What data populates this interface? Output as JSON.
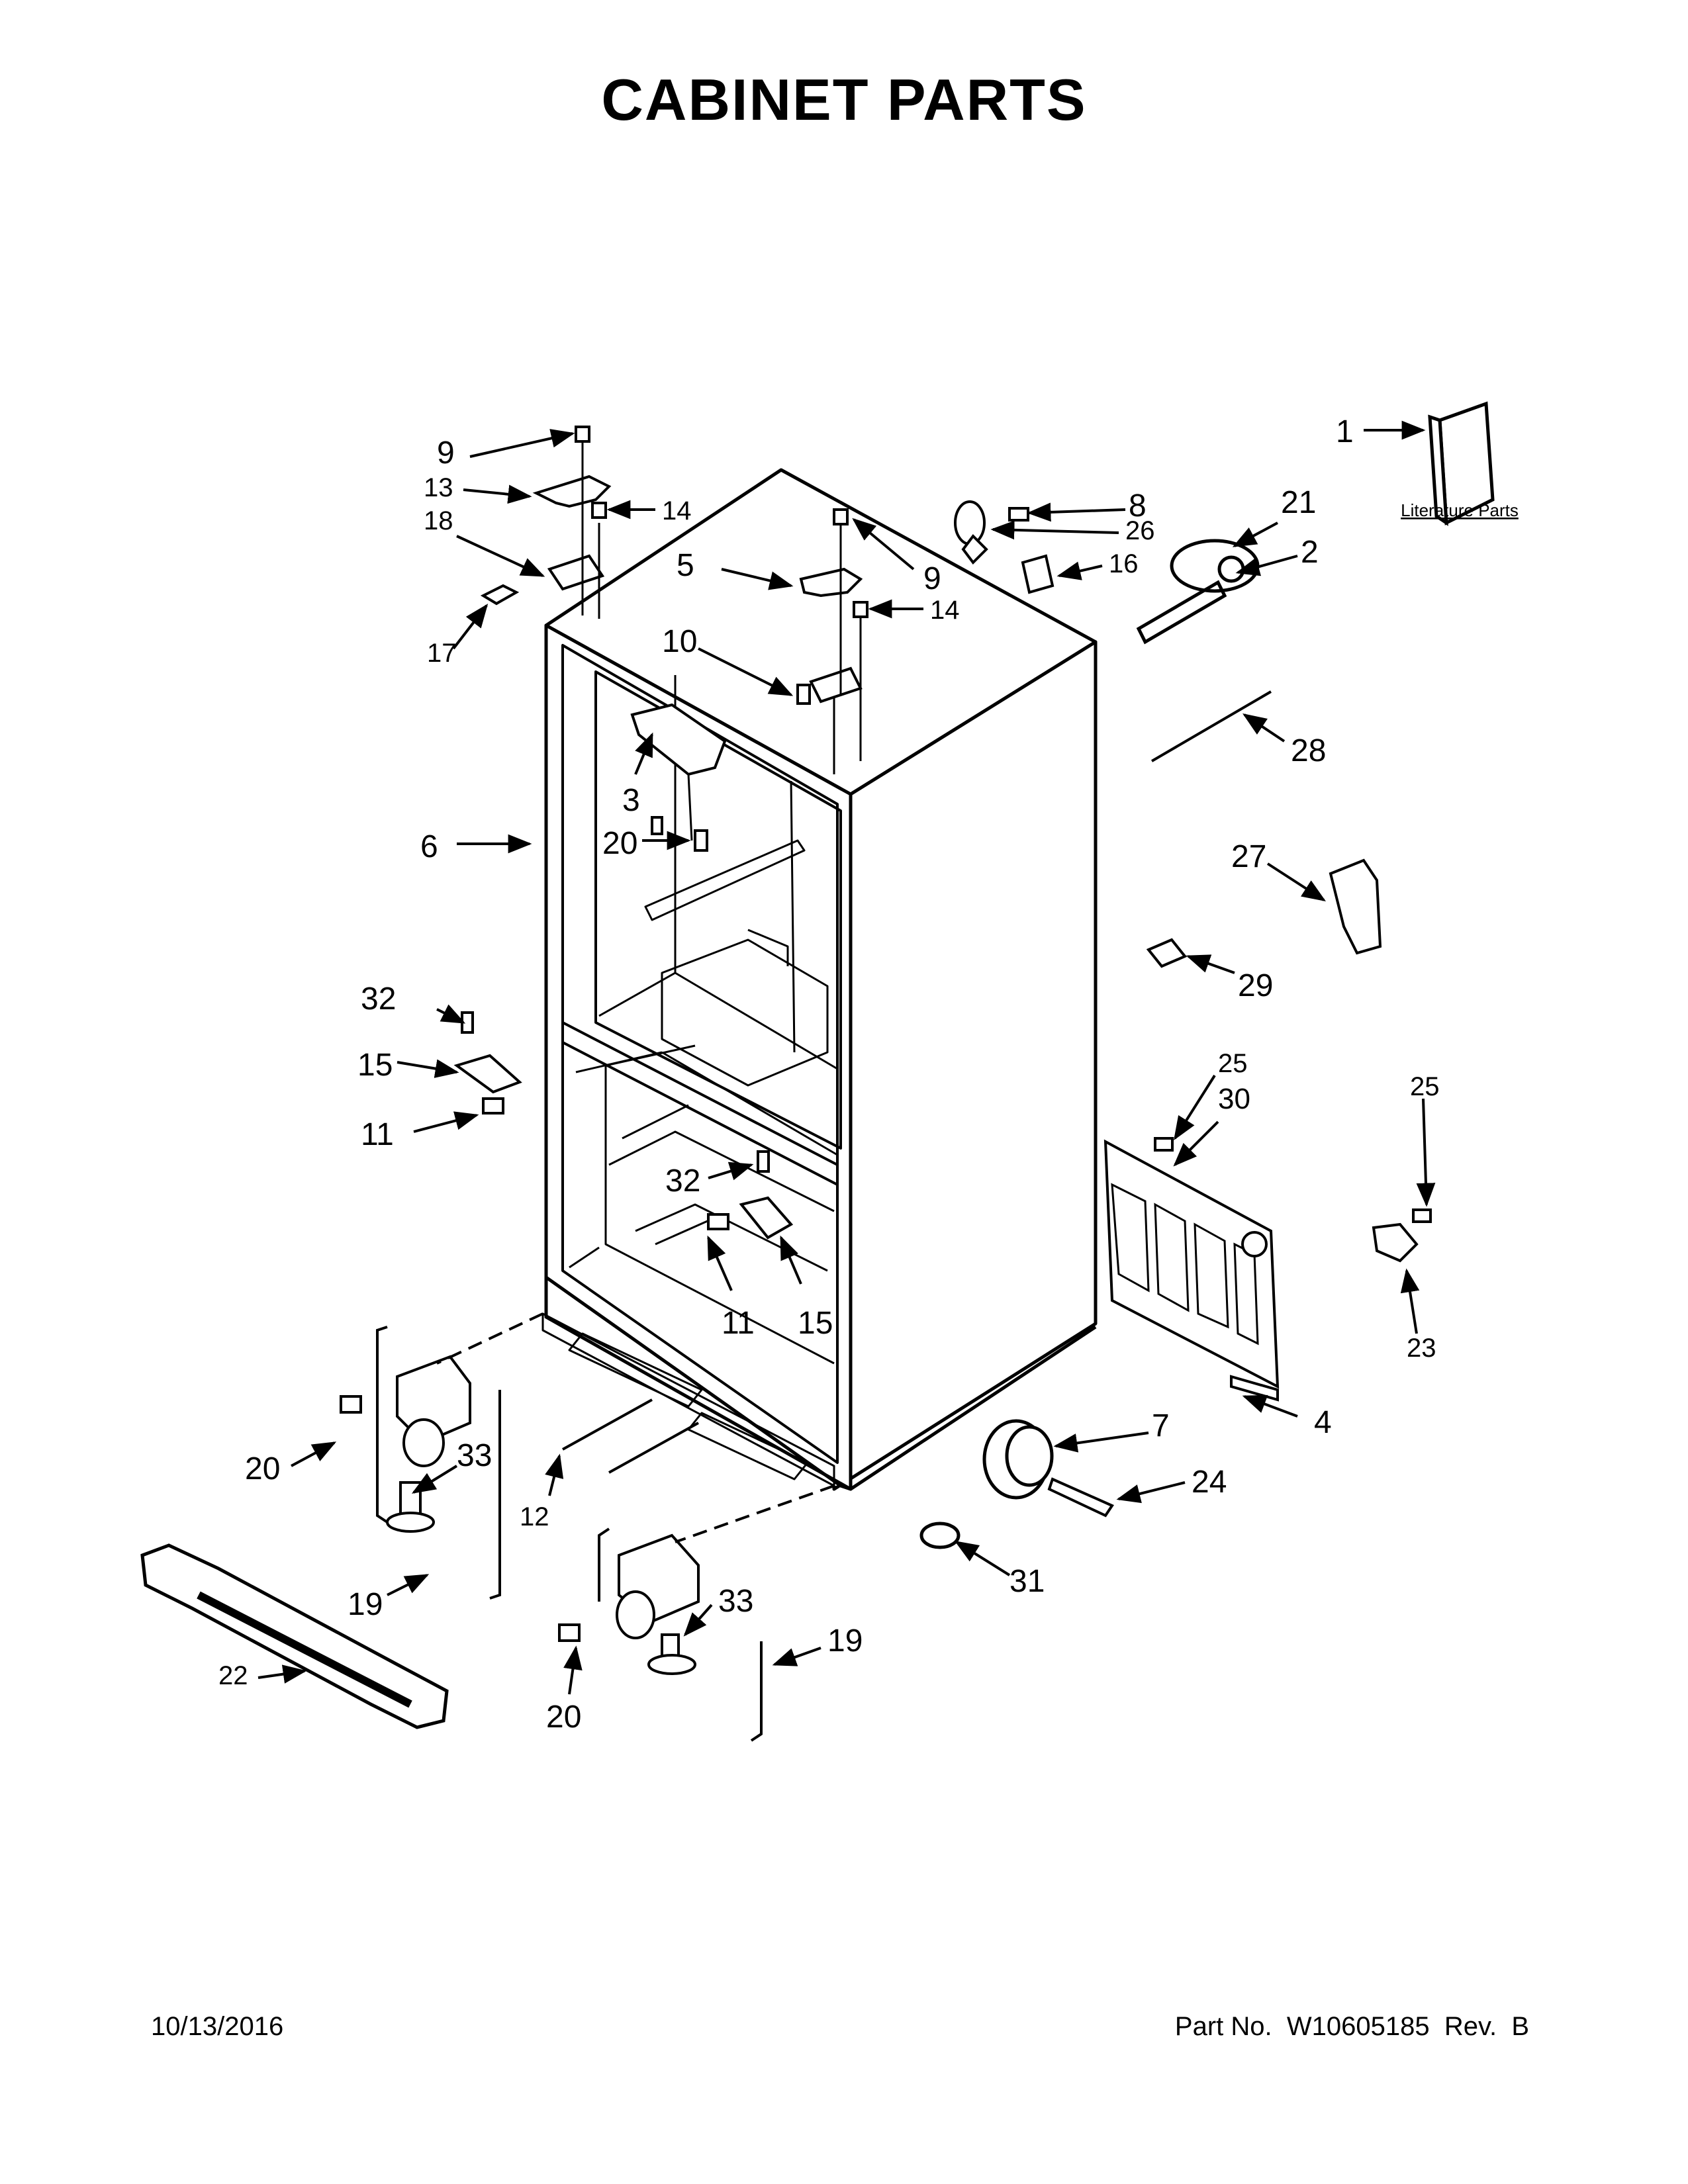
{
  "page": {
    "title": "CABINET PARTS",
    "date": "10/13/2016",
    "part_number": "Part No.  W10605185  Rev.  B"
  },
  "literature_label": "Literature Parts",
  "callouts": [
    {
      "id": "c1",
      "label": "1"
    },
    {
      "id": "c2",
      "label": "2"
    },
    {
      "id": "c3",
      "label": "3"
    },
    {
      "id": "c4",
      "label": "4"
    },
    {
      "id": "c5",
      "label": "5"
    },
    {
      "id": "c6",
      "label": "6"
    },
    {
      "id": "c7",
      "label": "7"
    },
    {
      "id": "c8",
      "label": "8"
    },
    {
      "id": "c9a",
      "label": "9"
    },
    {
      "id": "c9b",
      "label": "9"
    },
    {
      "id": "c10",
      "label": "10"
    },
    {
      "id": "c11a",
      "label": "11"
    },
    {
      "id": "c11b",
      "label": "11"
    },
    {
      "id": "c12",
      "label": "12"
    },
    {
      "id": "c13",
      "label": "13"
    },
    {
      "id": "c14a",
      "label": "14"
    },
    {
      "id": "c14b",
      "label": "14"
    },
    {
      "id": "c15a",
      "label": "15"
    },
    {
      "id": "c15b",
      "label": "15"
    },
    {
      "id": "c16",
      "label": "16"
    },
    {
      "id": "c17",
      "label": "17"
    },
    {
      "id": "c18",
      "label": "18"
    },
    {
      "id": "c19a",
      "label": "19"
    },
    {
      "id": "c19b",
      "label": "19"
    },
    {
      "id": "c20a",
      "label": "20"
    },
    {
      "id": "c20b",
      "label": "20"
    },
    {
      "id": "c20c",
      "label": "20"
    },
    {
      "id": "c21",
      "label": "21"
    },
    {
      "id": "c22",
      "label": "22"
    },
    {
      "id": "c23",
      "label": "23"
    },
    {
      "id": "c24",
      "label": "24"
    },
    {
      "id": "c25a",
      "label": "25"
    },
    {
      "id": "c25b",
      "label": "25"
    },
    {
      "id": "c26",
      "label": "26"
    },
    {
      "id": "c27",
      "label": "27"
    },
    {
      "id": "c28",
      "label": "28"
    },
    {
      "id": "c29",
      "label": "29"
    },
    {
      "id": "c30",
      "label": "30"
    },
    {
      "id": "c31",
      "label": "31"
    },
    {
      "id": "c32a",
      "label": "32"
    },
    {
      "id": "c32b",
      "label": "32"
    },
    {
      "id": "c33a",
      "label": "33"
    },
    {
      "id": "c33b",
      "label": "33"
    }
  ]
}
